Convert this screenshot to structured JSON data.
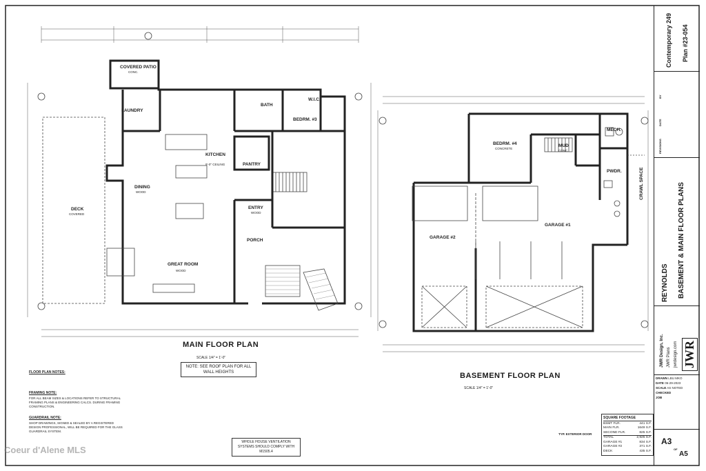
{
  "sheet": {
    "plan_name": "Contemporary 249",
    "plan_number": "Plan #23-054",
    "client": "REYNOLDS",
    "sheet_title": "BASEMENT & MAIN FLOOR PLANS",
    "company": "JWR Design, Inc.",
    "company_sub": "JWR Plans",
    "company_site": "jwrdesign.com",
    "logo_text": "JWR",
    "revisions_label": "REVISIONS",
    "date_label": "DATE",
    "by_label": "BY",
    "sheet_number": "A3",
    "sheet_of": "OF",
    "sheet_total": "A5",
    "drawn_label": "DRAWN",
    "drawn_value": "LBU MKO",
    "date_value": "06-29-2023",
    "scale_label": "SCALE",
    "scale_value": "AS NOTED",
    "checked_label": "CHECKED",
    "job_label": "JOB"
  },
  "main_plan": {
    "title": "MAIN FLOOR PLAN",
    "scale": "SCALE    1/4\" = 1'-0\"",
    "note": "NOTE: SEE ROOF PLAN FOR ALL WALL HEIGHTS",
    "rooms": [
      {
        "name": "COVERED PATIO",
        "sub": "CONC."
      },
      {
        "name": "LAUNDRY",
        "sub": ""
      },
      {
        "name": "BATH",
        "sub": ""
      },
      {
        "name": "BEDRM. #3",
        "sub": ""
      },
      {
        "name": "W.I.C.",
        "sub": ""
      },
      {
        "name": "KITCHEN",
        "sub": "9'-0\" CEILING"
      },
      {
        "name": "PANTRY",
        "sub": ""
      },
      {
        "name": "DINING",
        "sub": "WOOD"
      },
      {
        "name": "DECK",
        "sub": "COVERED"
      },
      {
        "name": "ENTRY",
        "sub": "WOOD"
      },
      {
        "name": "PORCH",
        "sub": ""
      },
      {
        "name": "GREAT ROOM",
        "sub": "WOOD"
      }
    ]
  },
  "basement_plan": {
    "title": "BASEMENT FLOOR PLAN",
    "scale": "SCALE    1/4\" = 1'-0\"",
    "rooms": [
      {
        "name": "BEDRM. #4",
        "sub": "CONCRETE"
      },
      {
        "name": "MUD",
        "sub": "CONC."
      },
      {
        "name": "MECH.",
        "sub": ""
      },
      {
        "name": "PWDR.",
        "sub": ""
      },
      {
        "name": "GARAGE #1",
        "sub": ""
      },
      {
        "name": "GARAGE #2",
        "sub": ""
      },
      {
        "name": "CRAWL SPACE",
        "sub": ""
      }
    ]
  },
  "notes": {
    "floor_plan_notes_title": "FLOOR PLAN NOTES:",
    "framing_note_title": "FRAMING NOTE:",
    "framing_note": "FOR ALL BEAM SIZES & LOCATIONS REFER TO STRUCTURAL FRAMING PLANS & ENGINEERING CALCS. DURING FRAMING CONSTRUCTION.",
    "guardrail_title": "GUARDRAIL NOTE:",
    "guardrail_note": "SHOP DRAWINGS, SIGNED & SEALED BY A REGISTERED DESIGN PROFESSIONAL, WILL BE REQUIRED FOR THE GLASS GUARDRAIL SYSTEM.",
    "ventilation_note": "WHOLE HOUSE VENTILATION SYSTEMS SHOULD COMPLY WITH M1505.4",
    "door_schedule": "TYP. EXTERIOR DOOR"
  },
  "square_footage": {
    "title": "SQUARE FOOTAGE",
    "rows": [
      {
        "label": "BSMT FLR.",
        "value": "441 S.F."
      },
      {
        "label": "MAIN FLR.",
        "value": "1649 S.F."
      },
      {
        "label": "SECOND FLR.",
        "value": "825 S.F."
      },
      {
        "label": "TOTAL",
        "value": "2,925 S.F."
      },
      {
        "label": "GARAGE #1",
        "value": "834 S.F."
      },
      {
        "label": "GARAGE #2",
        "value": "371 S.F."
      },
      {
        "label": "DECK",
        "value": "435 S.F."
      }
    ]
  },
  "watermark": "Coeur d'Alene MLS"
}
